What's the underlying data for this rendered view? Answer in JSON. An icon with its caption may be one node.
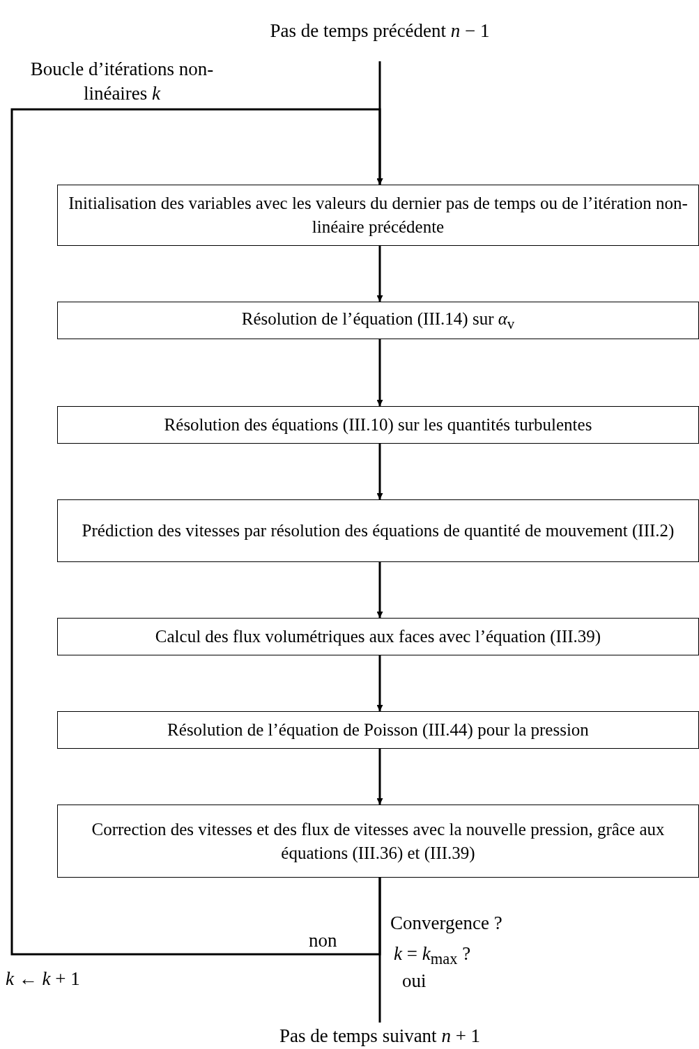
{
  "diagram": {
    "nodes": [
      {
        "text": [
          "Pas de temps précédent *n* − 1"
        ]
      },
      {
        "text": [
          "Initialisation des variables avec les valeurs du dernier pas de temps ou de l’itération non-linéaire précédente"
        ]
      },
      {
        "text": [
          "Résolution de l’équation (III.14) sur *α*$_{v}$"
        ]
      },
      {
        "text": [
          "Résolution des équations (III.10) sur les quantités turbulentes"
        ]
      },
      {
        "text": [
          "Prédiction des vitesses par résolution des équations de quantité de mouvement (III.2)"
        ]
      },
      {
        "text": [
          "Calcul des flux volumétriques aux faces avec l’équation (III.39)"
        ]
      },
      {
        "text": [
          "Résolution de l’équation de Poisson (III.44) pour la pression"
        ]
      },
      {
        "text": [
          "Correction des vitesses et des flux de vitesses avec la nouvelle pression, grâce aux équations (III.36) et (III.39)"
        ]
      },
      {
        "text": [
          "Pas de temps suivant *n* + 1"
        ]
      }
    ],
    "edges": [
      {
        "from": 0,
        "to": 1,
        "arrow": "to"
      },
      {
        "from": 1,
        "to": 2,
        "arrow": "to"
      },
      {
        "from": 2,
        "to": 3,
        "arrow": "to"
      },
      {
        "from": 3,
        "to": 4,
        "arrow": "to"
      },
      {
        "from": 4,
        "to": 5,
        "arrow": "to"
      },
      {
        "from": 5,
        "to": 6,
        "arrow": "to"
      },
      {
        "from": 6,
        "to": 7,
        "arrow": "to"
      },
      {
        "from": 7,
        "to": 1,
        "arrow": "to",
        "label": "non"
      },
      {
        "from": 7,
        "to": 8,
        "arrow": "none",
        "label": "oui"
      }
    ],
    "labels": [
      "Boucle d’itérations non-linéaires *k*",
      "Convergence ?",
      "*k* = *k*$_{max}$ ?",
      "*k* ← *k* + 1"
    ]
  }
}
